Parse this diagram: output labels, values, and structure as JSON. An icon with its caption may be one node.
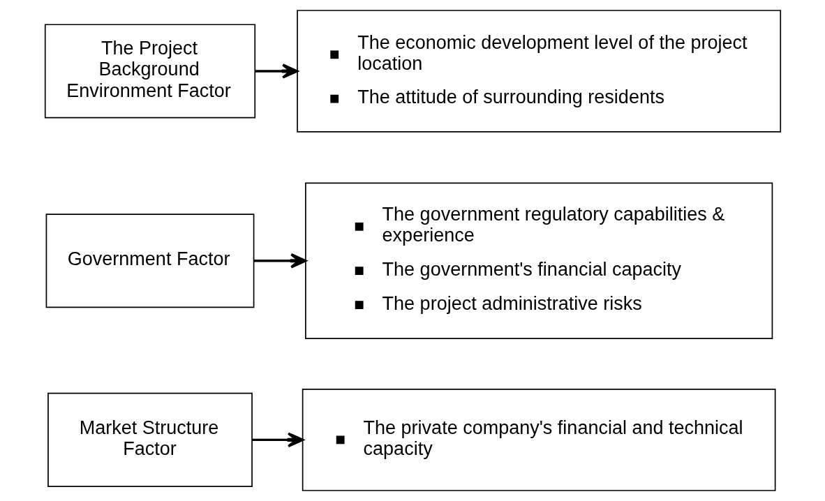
{
  "diagram": {
    "nodes": [
      {
        "text": [
          "The Project Background Environment Factor"
        ]
      },
      {
        "text": [
          "The economic development level of the project location",
          "The attitude of surrounding residents"
        ]
      },
      {
        "text": [
          "Government Factor"
        ]
      },
      {
        "text": [
          "The government regulatory capabilities & experience",
          "The government's financial capacity",
          "The project administrative risks"
        ]
      },
      {
        "text": [
          "Market Structure Factor"
        ]
      },
      {
        "text": [
          "The private company's financial and technical capacity"
        ]
      }
    ],
    "edges": [
      {
        "from": 0,
        "to": 1,
        "arrow": "to"
      },
      {
        "from": 2,
        "to": 3,
        "arrow": "to"
      },
      {
        "from": 4,
        "to": 5,
        "arrow": "to"
      }
    ]
  }
}
